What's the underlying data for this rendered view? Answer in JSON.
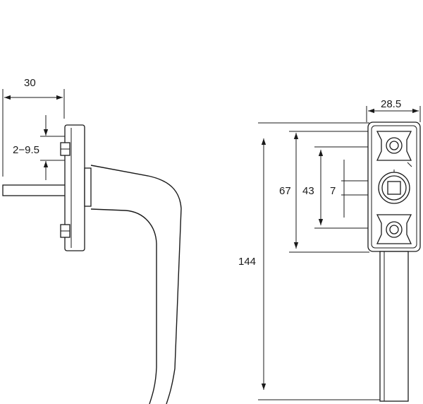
{
  "drawing": {
    "side_view": {
      "dim_width": "30",
      "dim_screw_range": "2−9.5"
    },
    "front_view": {
      "dim_rose_width": "28.5",
      "dim_screw_spacing": "67",
      "dim_spindle_offset": "43",
      "dim_spindle_square": "7",
      "dim_total_length": "144"
    },
    "colors": {
      "line": "#1a1a1a",
      "background": "#ffffff"
    }
  }
}
